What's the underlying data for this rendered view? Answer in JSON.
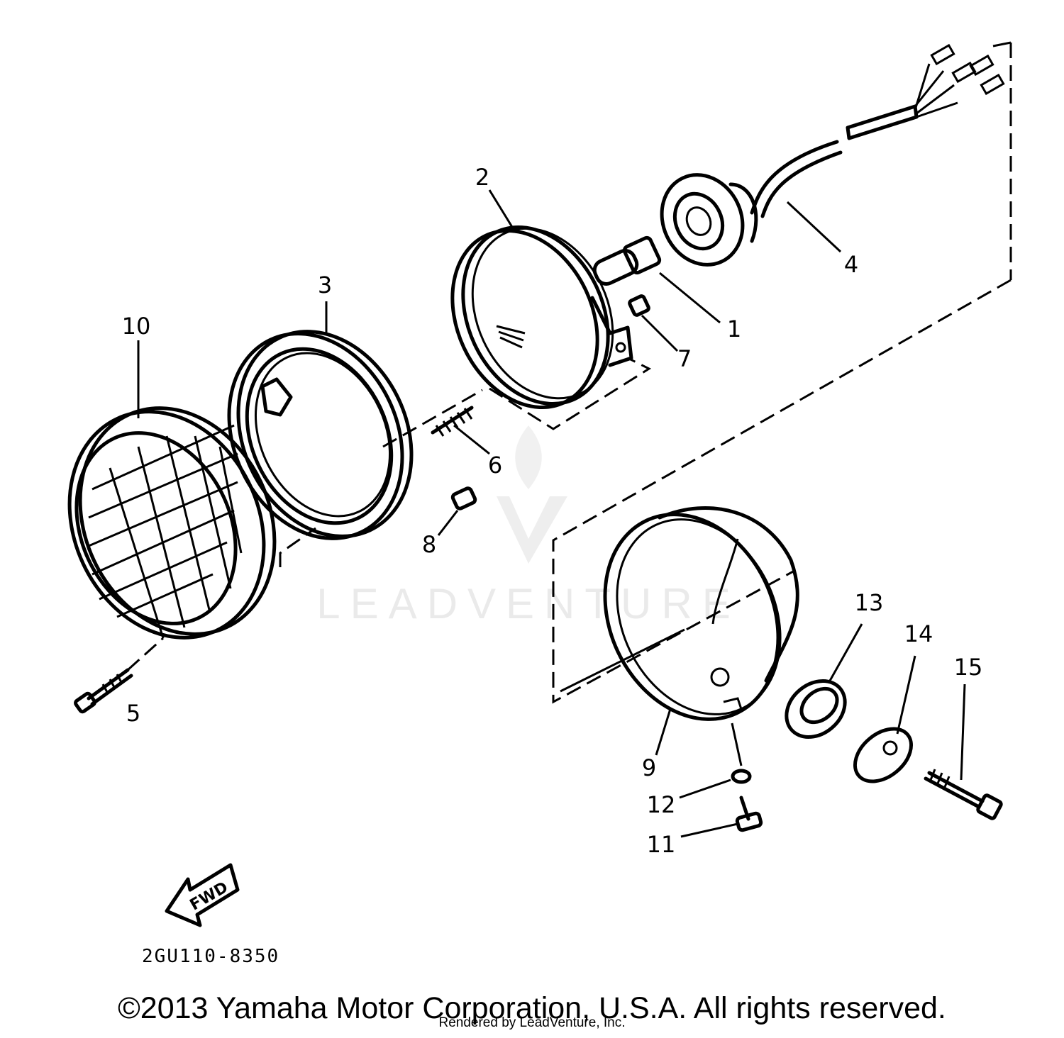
{
  "diagram": {
    "callouts": [
      "1",
      "2",
      "3",
      "4",
      "5",
      "6",
      "7",
      "8",
      "9",
      "10",
      "11",
      "12",
      "13",
      "14",
      "15"
    ],
    "forward_label": "FWD",
    "drawing_code": "2GU110-8350",
    "watermark": "LEADVENTURE"
  },
  "footer": {
    "copyright": "©2013 Yamaha Motor Corporation, U.S.A. All rights reserved.",
    "rendered_by": "Rendered by LeadVenture, Inc."
  }
}
